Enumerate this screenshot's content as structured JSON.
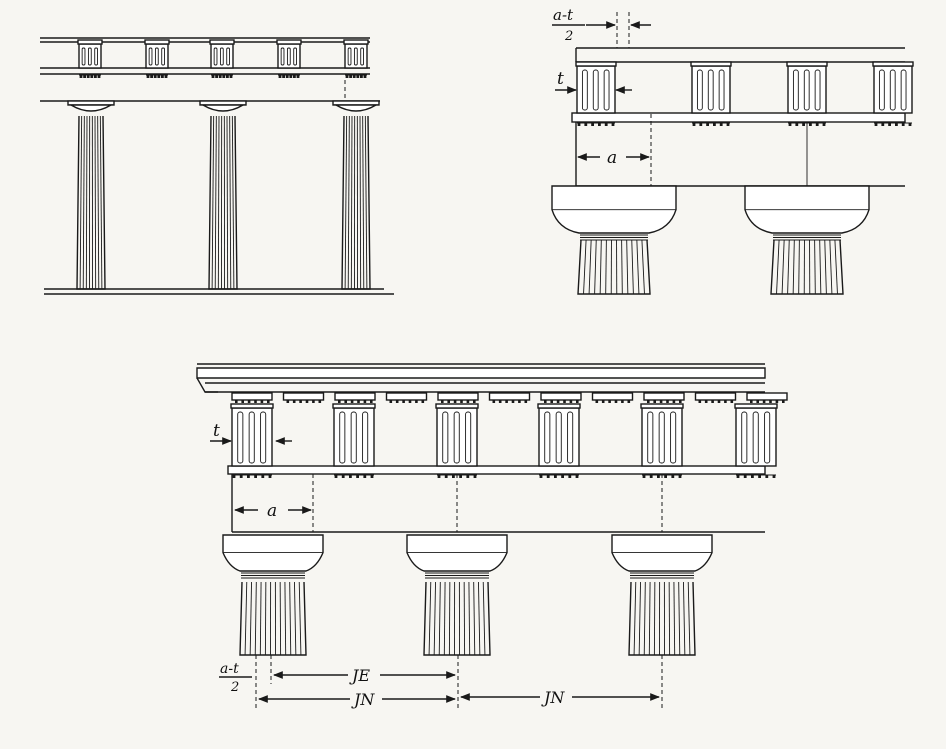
{
  "labels": {
    "upper_right": {
      "half_gap_numerator": "a-t",
      "half_gap_denominator": "2",
      "triglyph_width": "t",
      "distance": "a"
    },
    "bottom": {
      "triglyph_width": "t",
      "distance": "a",
      "half_gap_numerator": "a-t",
      "half_gap_denominator": "2",
      "end_interval": "JE",
      "normal_interval_1": "JN",
      "normal_interval_2": "JN"
    }
  },
  "colors": {
    "ink": "#1a1a1a",
    "paper": "#f7f6f2"
  }
}
